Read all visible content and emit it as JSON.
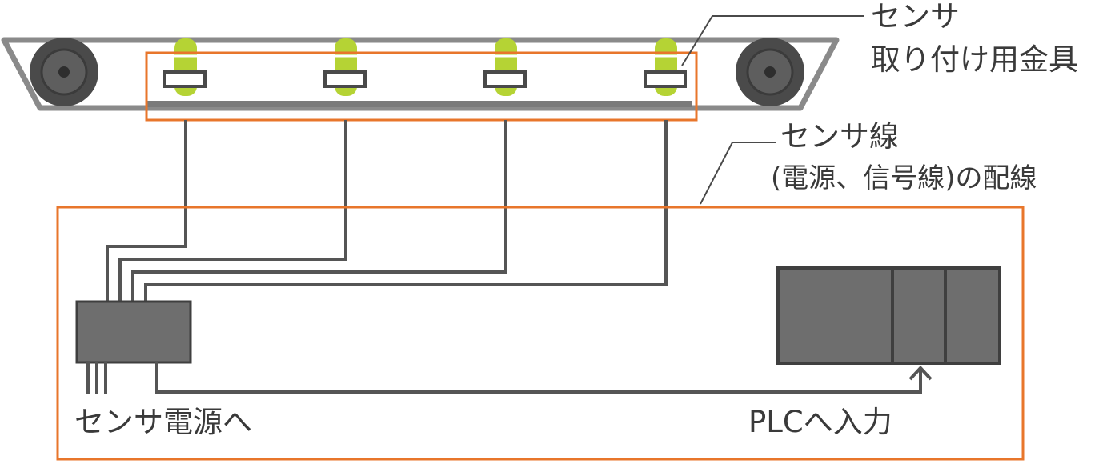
{
  "labels": {
    "bracket_line1": "センサ",
    "bracket_line2": "取り付け用金具",
    "wiring_line1": "センサ線",
    "wiring_line2": "(電源、信号線)の配線",
    "sensor_power": "センサ電源へ",
    "plc_input": "PLCへ入力"
  },
  "colors": {
    "highlight_orange": "#e8762b",
    "equipment_gray": "#6e6e6e",
    "wire_gray": "#555555",
    "sensor_green": "#b5d334",
    "roller_dark": "#4a4a4a"
  },
  "components": {
    "sensor_count": 4,
    "rollers": 2,
    "plc_modules": 3
  }
}
